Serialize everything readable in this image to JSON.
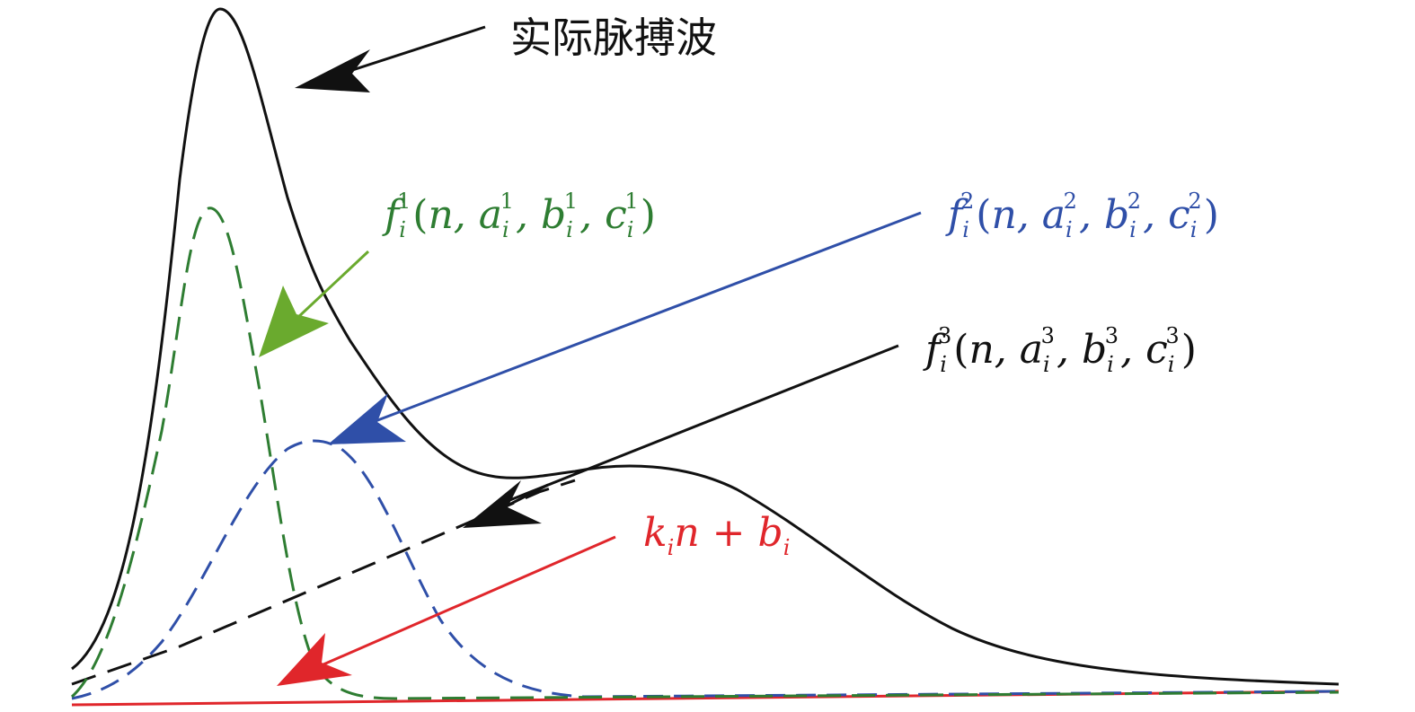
{
  "title": "实际脉搏波",
  "colors": {
    "actual": "#111111",
    "f1": "#2e7d32",
    "f1_arrow": "#6aaa2e",
    "f2": "#2f4fa8",
    "f3": "#111111",
    "linear": "#e0262b"
  },
  "labels": {
    "f1": {
      "fn": "f",
      "idx": "i",
      "sup": "1",
      "open": "(",
      "n": "n, ",
      "a": "a",
      "b": "b",
      "c": "c",
      "sub": "i",
      "comma": ", ",
      "close": ")"
    },
    "f2": {
      "fn": "f",
      "idx": "i",
      "sup": "2",
      "open": "(",
      "n": "n, ",
      "a": "a",
      "b": "b",
      "c": "c",
      "sub": "i",
      "comma": ", ",
      "close": ")"
    },
    "f3": {
      "fn": "f",
      "idx": "i",
      "sup": "3",
      "open": "(",
      "n": "n, ",
      "a": "a",
      "b": "b",
      "c": "c",
      "sub": "i",
      "comma": ", ",
      "close": ")"
    },
    "linear": {
      "k": "k",
      "ksub": "i",
      "rest": "n + b",
      "bsub": "i"
    }
  }
}
